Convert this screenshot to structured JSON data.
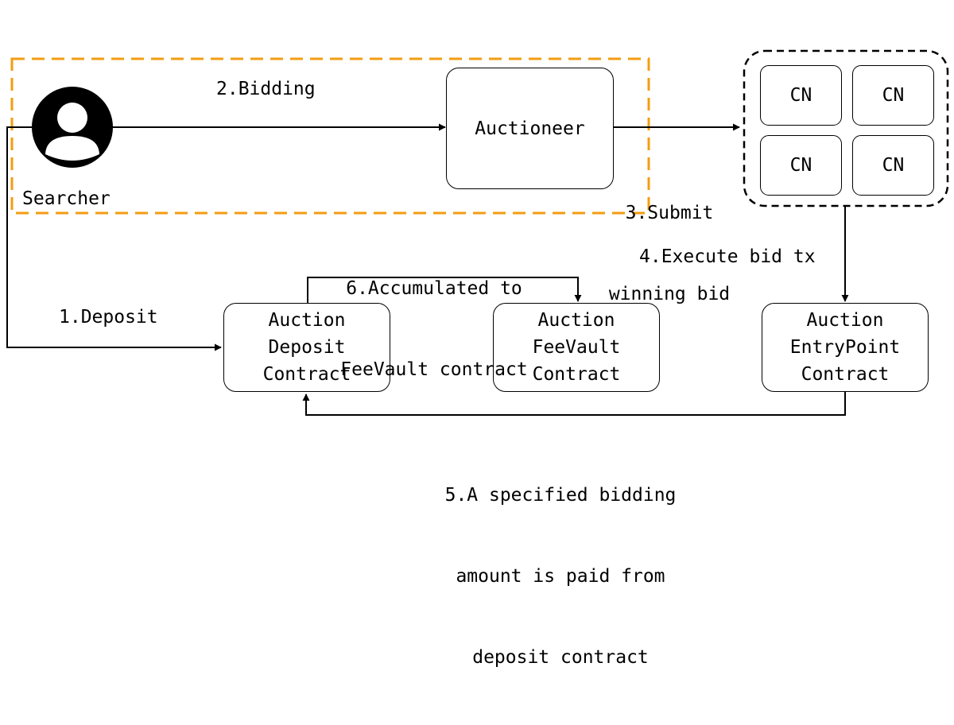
{
  "colors": {
    "dashed_group": "#F39C12",
    "line": "#000000"
  },
  "icons": {
    "searcher": "user-avatar-icon"
  },
  "nodes": {
    "searcher": "Searcher",
    "auctioneer": "Auctioneer",
    "cn": [
      "CN",
      "CN",
      "CN",
      "CN"
    ],
    "deposit": [
      "Auction",
      "Deposit",
      "Contract"
    ],
    "feevault": [
      "Auction",
      "FeeVault",
      "Contract"
    ],
    "entrypoint": [
      "Auction",
      "EntryPoint",
      "Contract"
    ]
  },
  "edges": {
    "deposit": "1.Deposit",
    "bidding": "2.Bidding",
    "submit": [
      "3.Submit",
      "winning bid"
    ],
    "execute": "4.Execute bid tx",
    "paid": [
      "5.A specified bidding",
      "amount is paid from",
      "deposit contract"
    ],
    "accumulated": [
      "6.Accumulated to",
      "FeeVault contract"
    ]
  }
}
